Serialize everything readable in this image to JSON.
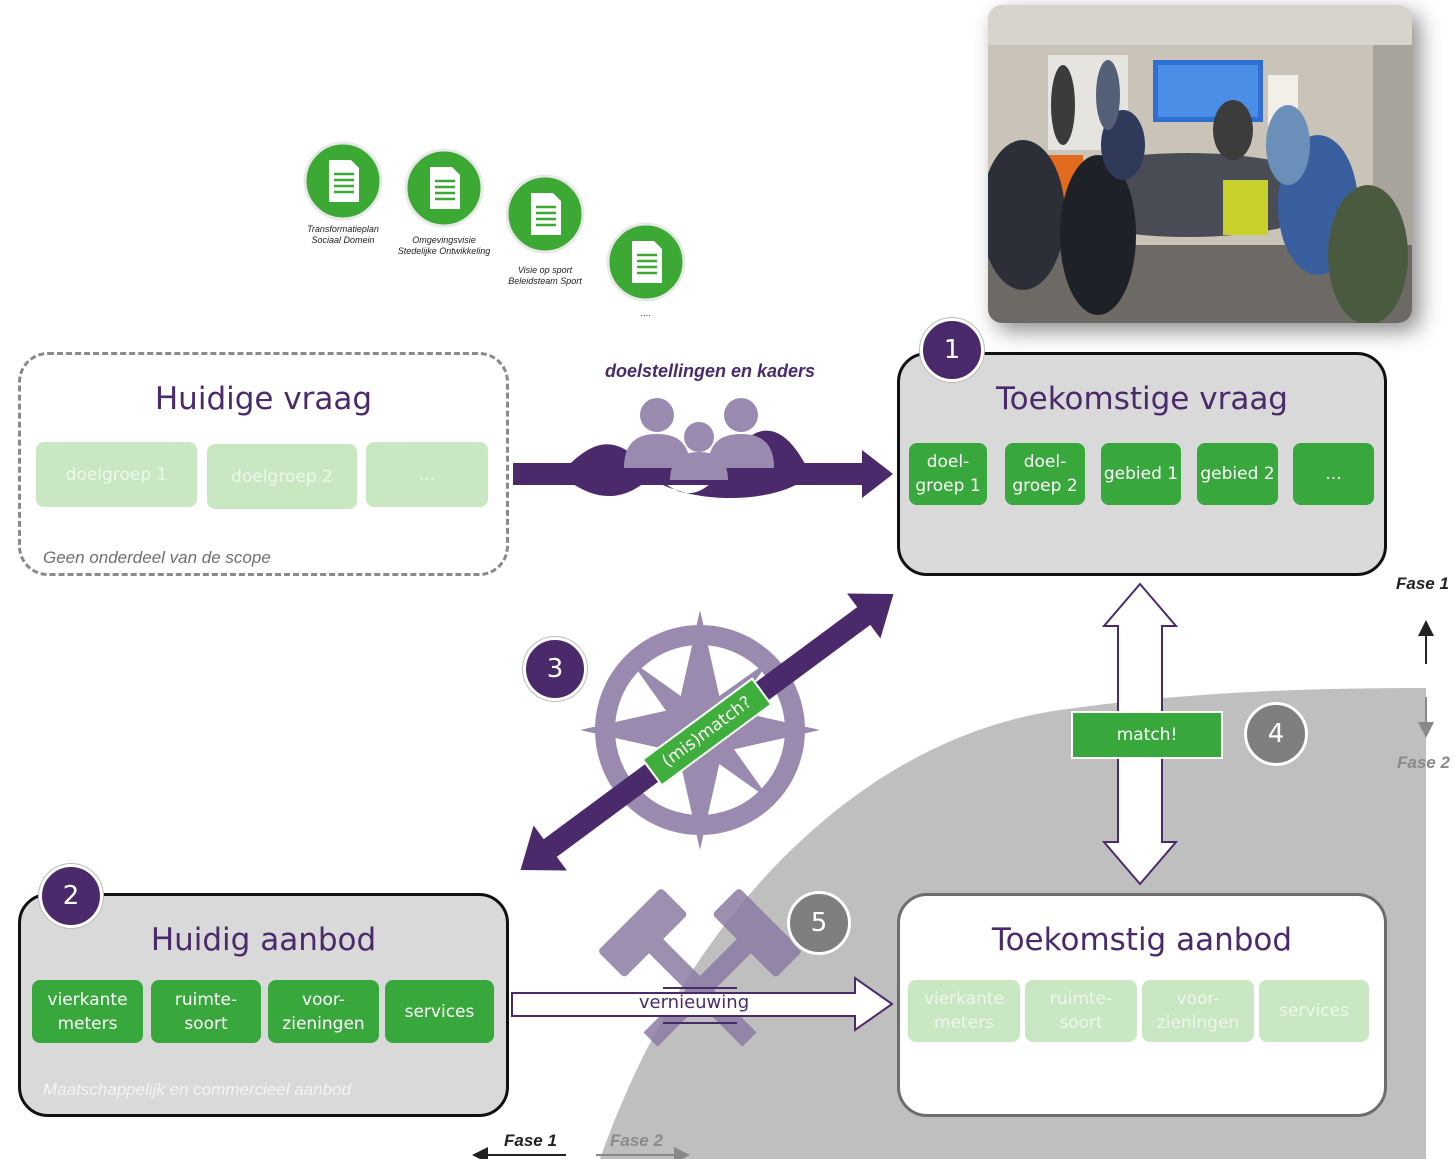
{
  "documents": [
    {
      "label": "Transformatieplan\nSociaal Domein",
      "icon": "document-icon"
    },
    {
      "label": "Omgevingsvisie\nStedelijke Ontwikkeling",
      "icon": "document-icon"
    },
    {
      "label": "Visie op sport\nBeleidsteam Sport",
      "icon": "document-icon"
    },
    {
      "label": "....",
      "icon": "document-icon"
    }
  ],
  "current_demand": {
    "title": "Huidige vraag",
    "chips": [
      "doelgroep 1",
      "doelgroep 2",
      "..."
    ],
    "note": "Geen onderdeel van de scope"
  },
  "future_demand": {
    "badge": "1",
    "title": "Toekomstige vraag",
    "chips": [
      "doel-\ngroep 1",
      "doel-\ngroep 2",
      "gebied 1",
      "gebied 2",
      "..."
    ]
  },
  "current_supply": {
    "badge": "2",
    "title": "Huidig aanbod",
    "chips": [
      "vierkante\nmeters",
      "ruimte-\nsoort",
      "voor-\nzieningen",
      "services"
    ],
    "note": "Maatschappelijk en commercieel aanbod"
  },
  "future_supply": {
    "title": "Toekomstig aanbod",
    "chips": [
      "vierkante\nmeters",
      "ruimte-\nsoort",
      "voor-\nzieningen",
      "services"
    ]
  },
  "arrows": {
    "goals_label": "doelstellingen en kaders",
    "mismatch_label": "(mis)match?",
    "mismatch_badge": "3",
    "match_label": "match!",
    "match_badge": "4",
    "renewal_label": "vernieuwing",
    "renewal_badge": "5"
  },
  "phases": {
    "fase1": "Fase 1",
    "fase2": "Fase 2"
  },
  "icons": [
    "people-icon",
    "compass-icon",
    "hammers-icon",
    "document-icon"
  ],
  "colors": {
    "purple": "#4b2a6b",
    "green": "#38a73c",
    "pale_green": "#c9e7c2",
    "panel_grey": "#d9d9d9",
    "phase2_grey": "#bfbfbf"
  }
}
